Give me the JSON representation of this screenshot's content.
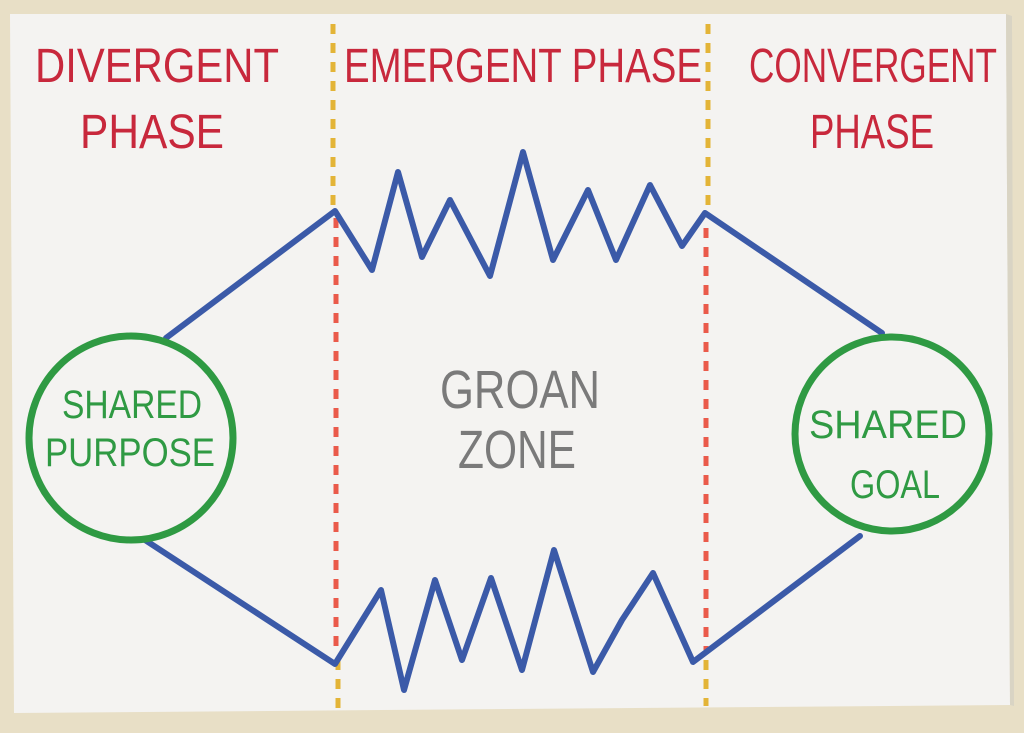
{
  "titles": {
    "divergent_line1": "DIVERGENT",
    "divergent_line2": "PHASE",
    "emergent": "EMERGENT PHASE",
    "convergent_line1": "CONVERGENT",
    "convergent_line2": "PHASE"
  },
  "center": {
    "line1": "GROAN",
    "line2": "ZONE"
  },
  "left_circle": {
    "line1": "SHARED",
    "line2": "PURPOSE"
  },
  "right_circle": {
    "line1": "SHARED",
    "line2": "GOAL"
  },
  "colors": {
    "background_wall": "#e8dfc6",
    "paper": "#f4f3f1",
    "title_red": "#c8283c",
    "path_blue": "#3b5aa8",
    "circle_green": "#2f9a43",
    "center_gray": "#7a7a7a",
    "divider_yellow": "#e3b437",
    "divider_red": "#ea5a4a"
  }
}
